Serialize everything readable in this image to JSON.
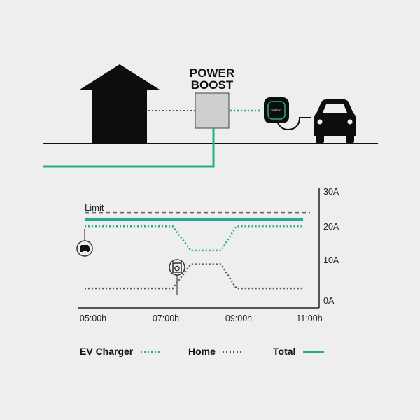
{
  "diagram": {
    "boost_label_line1": "POWER",
    "boost_label_line2": "BOOST",
    "charger_logo": "wallbox"
  },
  "colors": {
    "accent": "#26a98f",
    "home_line": "#555555",
    "limit_line": "#666666",
    "ink": "#111111",
    "box_fill": "#cfcfcf"
  },
  "chart_data": {
    "type": "line",
    "limit_label": "Limit",
    "x_ticks": [
      "05:00h",
      "07:00h",
      "09:00h",
      "11:00h"
    ],
    "y_ticks": [
      "0A",
      "10A",
      "20A",
      "30A"
    ],
    "ylim": [
      0,
      30
    ],
    "series": [
      {
        "name": "Total",
        "points": [
          [
            "05:00h",
            22
          ],
          [
            "11:00h",
            22
          ]
        ]
      },
      {
        "name": "EV Charger",
        "points": [
          [
            "05:00h",
            20
          ],
          [
            "07:25h",
            20
          ],
          [
            "07:55h",
            13
          ],
          [
            "08:45h",
            13
          ],
          [
            "09:10h",
            20
          ],
          [
            "11:00h",
            20
          ]
        ]
      },
      {
        "name": "Home",
        "points": [
          [
            "05:00h",
            2
          ],
          [
            "07:25h",
            2
          ],
          [
            "07:55h",
            9
          ],
          [
            "08:45h",
            9
          ],
          [
            "09:10h",
            2
          ],
          [
            "11:00h",
            2
          ]
        ]
      }
    ],
    "limit": 24
  },
  "legend": {
    "ev_charger": "EV Charger",
    "home": "Home",
    "total": "Total"
  }
}
